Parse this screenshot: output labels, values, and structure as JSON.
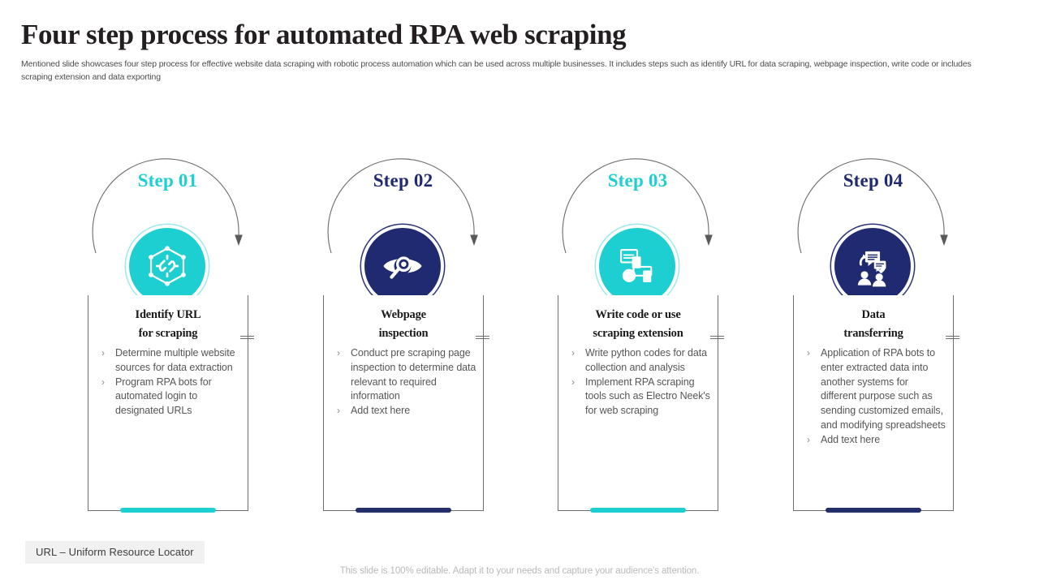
{
  "header": {
    "title": "Four step process for automated RPA web scraping",
    "subtitle": "Mentioned slide showcases four step process for effective website data scraping with robotic process automation which can be used across multiple businesses. It includes steps such as identify URL for data scraping, webpage inspection, write code or includes scraping extension and data exporting"
  },
  "colors": {
    "cyan": "#1ecfd2",
    "navy": "#1f2a70",
    "accent_navy": "#242e6b",
    "border_gray": "#6f6f6f",
    "arc_gray": "#6b6b6b",
    "body_text": "#565656",
    "legend_bg": "#f1f1f1"
  },
  "steps": [
    {
      "label": "Step 01",
      "theme": "cyan",
      "icon": "hexagon-link-icon",
      "title": "Identify URL for scraping",
      "title_lines": [
        "Identify URL",
        "for scraping"
      ],
      "bullets": [
        "Determine multiple website sources for data extraction",
        "Program RPA bots for automated login to designated URLs"
      ]
    },
    {
      "label": "Step 02",
      "theme": "navy",
      "icon": "eye-magnifier-icon",
      "title": "Webpage inspection",
      "title_lines": [
        "Webpage",
        "inspection"
      ],
      "bullets": [
        "Conduct pre scraping page inspection to determine data relevant to required information",
        "Add text here"
      ]
    },
    {
      "label": "Step 03",
      "theme": "cyan",
      "icon": "documents-code-icon",
      "title": "Write code or use scraping extension",
      "title_lines": [
        "Write code or use",
        "scraping extension"
      ],
      "bullets": [
        "Write python codes for data collection and analysis",
        "Implement RPA scraping tools such as Electro Neek's for web scraping"
      ]
    },
    {
      "label": "Step 04",
      "theme": "navy",
      "icon": "people-data-exchange-icon",
      "title": "Data transferring",
      "title_lines": [
        "Data",
        "transferring"
      ],
      "bullets": [
        "Application of RPA bots to enter extracted data into another systems for different purpose such as sending customized emails, and modifying spreadsheets",
        "Add text here"
      ]
    }
  ],
  "footer": {
    "legend": "URL – Uniform Resource Locator",
    "note": "This slide is 100% editable. Adapt it to your needs and capture your audience's attention."
  },
  "bullet_glyph": "›"
}
